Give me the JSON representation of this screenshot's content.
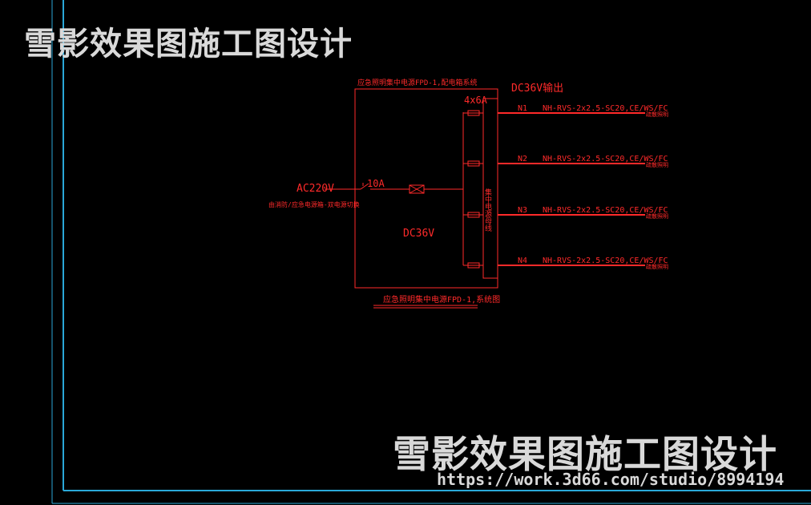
{
  "watermark": {
    "title_top": "雪影效果图施工图设计",
    "title_bottom": "雪影效果图施工图设计",
    "url": "https://work.3d66.com/studio/8994194"
  },
  "diagram": {
    "panel_title": "应急照明集中电源FPD-1,配电箱系统",
    "panel_caption": "应急照明集中电源FPD-1,系统图",
    "output_voltage_label": "DC36V输出",
    "bus_rating": "4x6A",
    "input_voltage": "AC220V",
    "input_source_note": "由消防/应急电源箱-双电源切换",
    "main_breaker": "10A",
    "internal_voltage": "DC36V",
    "bus_label": "集中电源母线",
    "circuit_note": "疏散照明",
    "circuits": [
      {
        "id": "N1",
        "cable": "NH-RVS-2x2.5-SC20,CE/WS/FC"
      },
      {
        "id": "N2",
        "cable": "NH-RVS-2x2.5-SC20,CE/WS/FC"
      },
      {
        "id": "N3",
        "cable": "NH-RVS-2x2.5-SC20,CE/WS/FC"
      },
      {
        "id": "N4",
        "cable": "NH-RVS-2x2.5-SC20,CE/WS/FC"
      }
    ],
    "colors": {
      "wire": "#ff2a2a",
      "frame": "#2aa8d8",
      "watermark": "#d9d9d9"
    }
  }
}
